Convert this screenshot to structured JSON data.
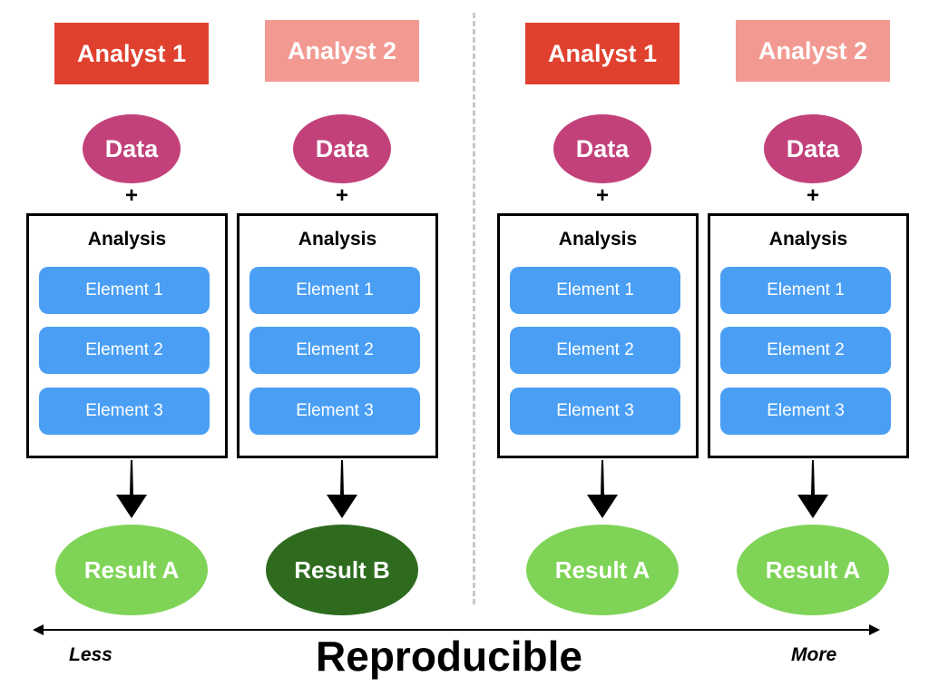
{
  "colors": {
    "analyst1": "#e0412f",
    "analyst2": "#f29a92",
    "data": "#c2417b",
    "element": "#4a9ff5",
    "result_a": "#7fd457",
    "result_b": "#2e6b1e"
  },
  "columns": [
    {
      "analyst": "Analyst 1",
      "data": "Data",
      "plus": "+",
      "analysis_title": "Analysis",
      "elements": [
        "Element 1",
        "Element 2",
        "Element 3"
      ],
      "result": "Result A"
    },
    {
      "analyst": "Analyst 2",
      "data": "Data",
      "plus": "+",
      "analysis_title": "Analysis",
      "elements": [
        "Element 1",
        "Element 2",
        "Element 3"
      ],
      "result": "Result B"
    },
    {
      "analyst": "Analyst 1",
      "data": "Data",
      "plus": "+",
      "analysis_title": "Analysis",
      "elements": [
        "Element 1",
        "Element 2",
        "Element 3"
      ],
      "result": "Result A"
    },
    {
      "analyst": "Analyst 2",
      "data": "Data",
      "plus": "+",
      "analysis_title": "Analysis",
      "elements": [
        "Element 1",
        "Element 2",
        "Element 3"
      ],
      "result": "Result A"
    }
  ],
  "scale": {
    "less": "Less",
    "main": "Reproducible",
    "more": "More"
  }
}
